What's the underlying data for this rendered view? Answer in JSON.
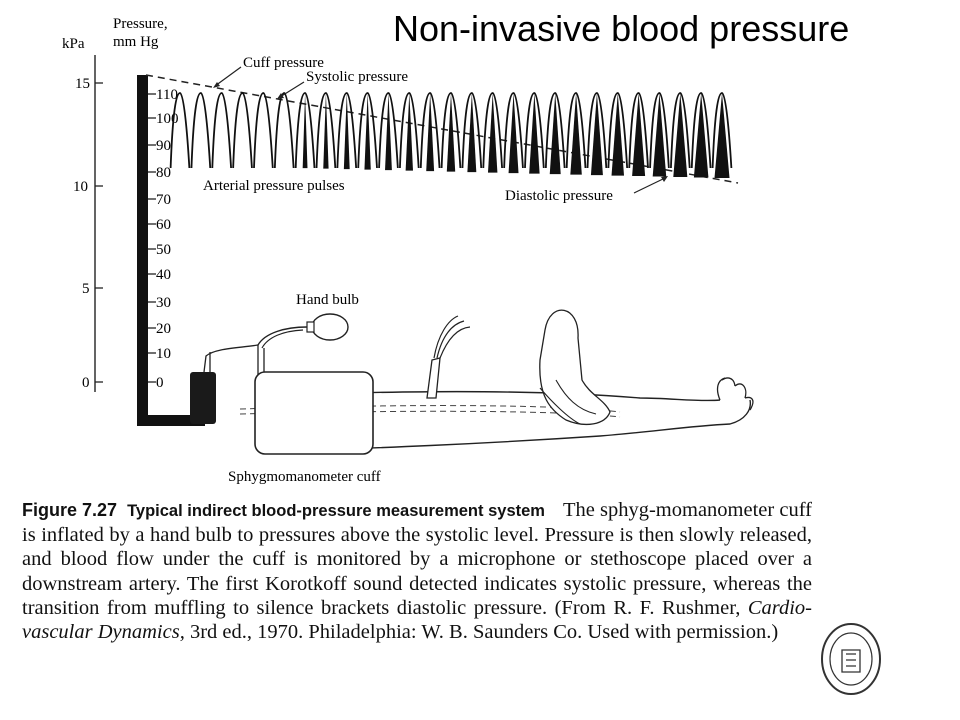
{
  "slide": {
    "title": "Non-invasive blood pressure"
  },
  "figure": {
    "axis_kpa": {
      "unit": "kPa",
      "ticks": [
        "15",
        "10",
        "5",
        "0"
      ]
    },
    "axis_mmhg": {
      "unit_line1": "Pressure,",
      "unit_line2": "mm Hg",
      "ticks": [
        "110",
        "100",
        "90",
        "80",
        "70",
        "60",
        "50",
        "40",
        "30",
        "20",
        "10",
        "0"
      ]
    },
    "labels": {
      "cuff_pressure": "Cuff pressure",
      "systolic_pressure": "Systolic pressure",
      "arterial_pulses": "Arterial pressure pulses",
      "diastolic_pressure": "Diastolic pressure",
      "hand_bulb": "Hand bulb",
      "cuff": "Sphygmomanometer cuff"
    }
  },
  "caption": {
    "label": "Figure 7.27",
    "title": "Typical indirect blood-pressure measurement system",
    "body_1": "The sphyg-momanometer cuff is inflated by a hand bulb to pressures above the systolic level. Pressure is then slowly released, and blood flow under the cuff is monitored by a microphone or stethoscope placed over a downstream artery. The first Korotkoff sound detected indicates systolic pressure, whereas the transition from muffling to silence brackets diastolic pressure. (From R. F. Rushmer, ",
    "book": "Cardio-vascular Dynamics,",
    "body_2": " 3rd ed., 1970. Philadelphia: W. B. Saunders Co. Used with permission.)"
  }
}
